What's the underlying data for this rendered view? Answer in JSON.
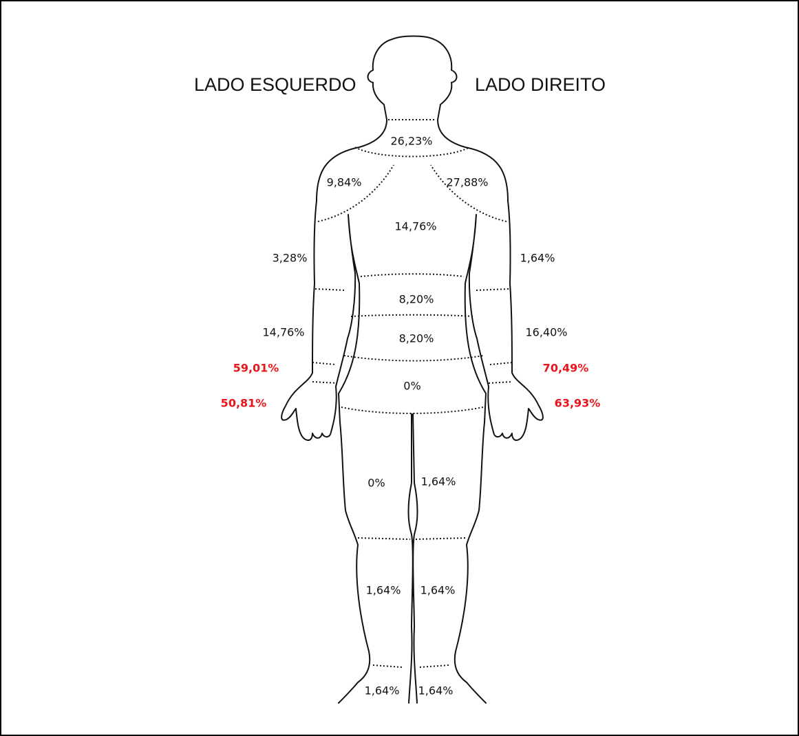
{
  "titles": {
    "left": "LADO ESQUERDO",
    "right": "LADO DIREITO"
  },
  "colors": {
    "text": "#111111",
    "highlight": "#e8141b",
    "outline": "#111111"
  },
  "regions": {
    "neck": "26,23%",
    "left_shoulder": "9,84%",
    "right_shoulder": "27,88%",
    "upper_back": "14,76%",
    "left_upper_arm": "3,28%",
    "right_upper_arm": "1,64%",
    "mid_back": "8,20%",
    "lower_back": "8,20%",
    "left_forearm": "14,76%",
    "right_forearm": "16,40%",
    "left_wrist": "59,01%",
    "right_wrist": "70,49%",
    "hip": "0%",
    "left_hand": "50,81%",
    "right_hand": "63,93%",
    "left_thigh": "0%",
    "right_thigh": "1,64%",
    "left_leg": "1,64%",
    "right_leg": "1,64%",
    "left_foot": "1,64%",
    "right_foot": "1,64%"
  }
}
